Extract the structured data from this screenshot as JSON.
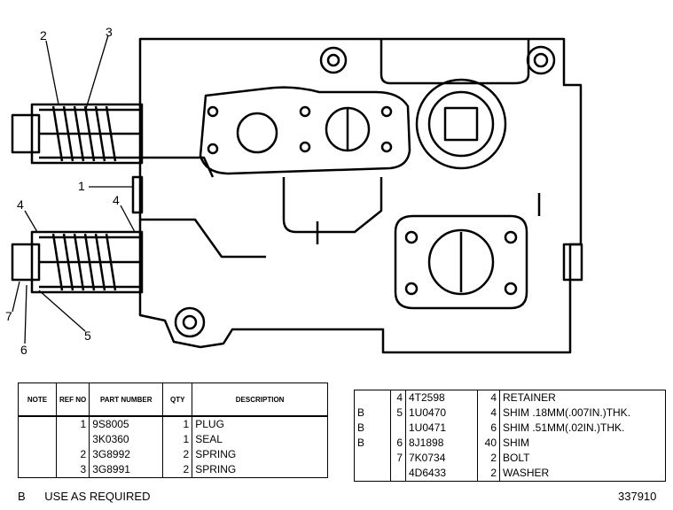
{
  "callouts": [
    {
      "id": "c2",
      "text": "2"
    },
    {
      "id": "c3",
      "text": "3"
    },
    {
      "id": "c1",
      "text": "1"
    },
    {
      "id": "c4a",
      "text": "4"
    },
    {
      "id": "c4b",
      "text": "4"
    },
    {
      "id": "c7",
      "text": "7"
    },
    {
      "id": "c6",
      "text": "6"
    },
    {
      "id": "c5",
      "text": "5"
    }
  ],
  "left_table": {
    "headers": {
      "note": "NOTE",
      "ref": "REF NO",
      "part": "PART NUMBER",
      "qty": "QTY",
      "desc": "DESCRIPTION"
    },
    "rows": [
      {
        "note": "",
        "ref": "1",
        "part": "9S8005",
        "qty": "1",
        "desc": "PLUG"
      },
      {
        "note": "",
        "ref": "",
        "part": "3K0360",
        "qty": "1",
        "desc": "SEAL"
      },
      {
        "note": "",
        "ref": "2",
        "part": "3G8992",
        "qty": "2",
        "desc": "SPRING"
      },
      {
        "note": "",
        "ref": "3",
        "part": "3G8991",
        "qty": "2",
        "desc": "SPRING"
      }
    ]
  },
  "right_table": {
    "rows": [
      {
        "note": "",
        "ref": "4",
        "part": "4T2598",
        "qty": "4",
        "desc": "RETAINER"
      },
      {
        "note": "B",
        "ref": "5",
        "part": "1U0470",
        "qty": "4",
        "desc": "SHIM  .18MM(.007IN.)THK."
      },
      {
        "note": "B",
        "ref": "",
        "part": "1U0471",
        "qty": "6",
        "desc": "SHIM  .51MM(.02IN.)THK."
      },
      {
        "note": "B",
        "ref": "6",
        "part": "8J1898",
        "qty": "40",
        "desc": "SHIM"
      },
      {
        "note": "",
        "ref": "7",
        "part": "7K0734",
        "qty": "2",
        "desc": "BOLT"
      },
      {
        "note": "",
        "ref": "",
        "part": "4D6433",
        "qty": "2",
        "desc": "WASHER"
      }
    ]
  },
  "footnote": {
    "code": "B",
    "text": "USE AS REQUIRED"
  },
  "illustration_number": "337910"
}
